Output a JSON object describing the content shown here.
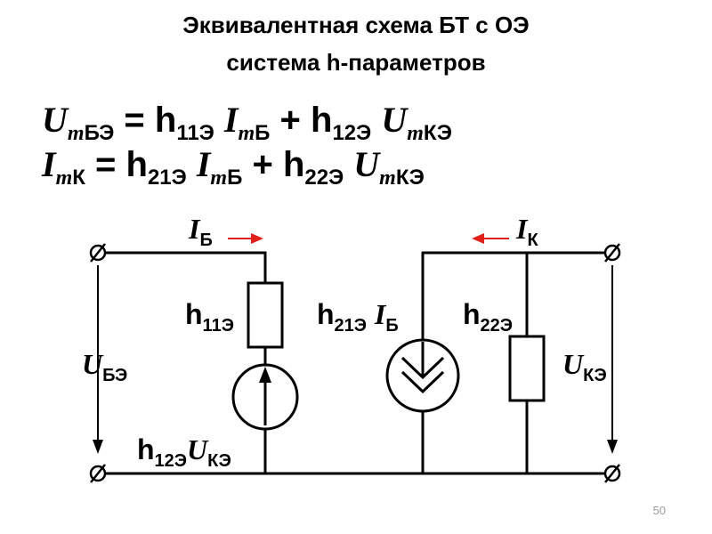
{
  "title": {
    "line1": "Эквивалентная схема БТ с ОЭ",
    "line2": "система h-параметров"
  },
  "equations": {
    "eq1": {
      "lhs_var": "U",
      "lhs_sub_i": "m",
      "lhs_sub": "БЭ",
      "eq": " = ",
      "t1_coef": "h",
      "t1_coef_sub": "11Э",
      "t1_var": "I",
      "t1_sub_i": "m",
      "t1_sub": "Б",
      "op": " + ",
      "t2_coef": "h",
      "t2_coef_sub": "12Э",
      "t2_var": "U",
      "t2_sub_i": "m",
      "t2_sub": "КЭ"
    },
    "eq2": {
      "lhs_var": "I",
      "lhs_sub_i": "m",
      "lhs_sub": "К",
      "eq": " = ",
      "t1_coef": "h",
      "t1_coef_sub": "21Э",
      "t1_var": "I",
      "t1_sub_i": "m",
      "t1_sub": "Б",
      "op": " + ",
      "t2_coef": "h",
      "t2_coef_sub": "22Э",
      "t2_var": "U",
      "t2_sub_i": "m",
      "t2_sub": "КЭ"
    }
  },
  "circuit": {
    "ib": {
      "var": "I",
      "sub": "Б"
    },
    "ik": {
      "var": "I",
      "sub": "К"
    },
    "ube": {
      "var": "U",
      "sub": "БЭ"
    },
    "uke": {
      "var": "U",
      "sub": "КЭ"
    },
    "h11": {
      "coef": "h",
      "sub": "11Э"
    },
    "h12": {
      "coef": "h",
      "sub": "12Э",
      "var": "U",
      "var_sub": "КЭ"
    },
    "h21": {
      "coef": "h",
      "sub": "21Э",
      "var": "I",
      "var_sub": "Б"
    },
    "h22": {
      "coef": "h",
      "sub": "22Э"
    }
  },
  "colors": {
    "arrow_accent": "#e0201b",
    "wire": "#000000"
  },
  "page_number": "50"
}
